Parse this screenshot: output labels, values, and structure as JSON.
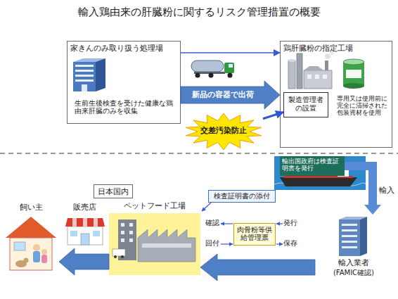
{
  "diagram": {
    "title": "輸入鶏由来の肝臓粉に関するリスク管理措置の概要",
    "nodes": [
      {
        "text": [
          "家きんのみ取り扱う処理場",
          "生前生後検査を受けた健康な鶏由来肝臓のみを収集"
        ]
      },
      {
        "text": [
          "鶏肝臓粉の指定工場",
          "専用又は使用前に完全に清掃された包装資材を使用"
        ]
      },
      {
        "text": [
          "製造管理者の設置"
        ],
        "in": 1
      },
      {
        "text": [
          "交差汚染防止"
        ]
      },
      {
        "text": [
          "輸出国政府は検査証明書を発行"
        ]
      },
      {
        "text": [
          "日本国内"
        ]
      },
      {
        "text": [
          "検査証明書の添付"
        ]
      },
      {
        "text": [
          "肉骨粉等供給管理票"
        ]
      },
      {
        "text": [
          "飼い主"
        ]
      },
      {
        "text": [
          "販売店"
        ]
      },
      {
        "text": [
          "ペットフード工場"
        ]
      },
      {
        "text": [
          "輸入業者",
          "(FAMIC確認)"
        ]
      }
    ],
    "edges": [
      {
        "from": 0,
        "to": 1,
        "arrow": "to"
      },
      {
        "from": 0,
        "to": 1,
        "label": "新品の容器で出荷",
        "arrow": "to"
      },
      {
        "from": 3,
        "to": 2,
        "arrow": "to"
      },
      {
        "from": 4,
        "to": 11,
        "label": "輸入",
        "arrow": "to"
      },
      {
        "from": 11,
        "to": 10,
        "arrow": "to"
      },
      {
        "from": 10,
        "to": 8,
        "arrow": "to"
      }
    ],
    "labels": [
      "確認",
      "回付",
      "発行",
      "保存"
    ]
  }
}
